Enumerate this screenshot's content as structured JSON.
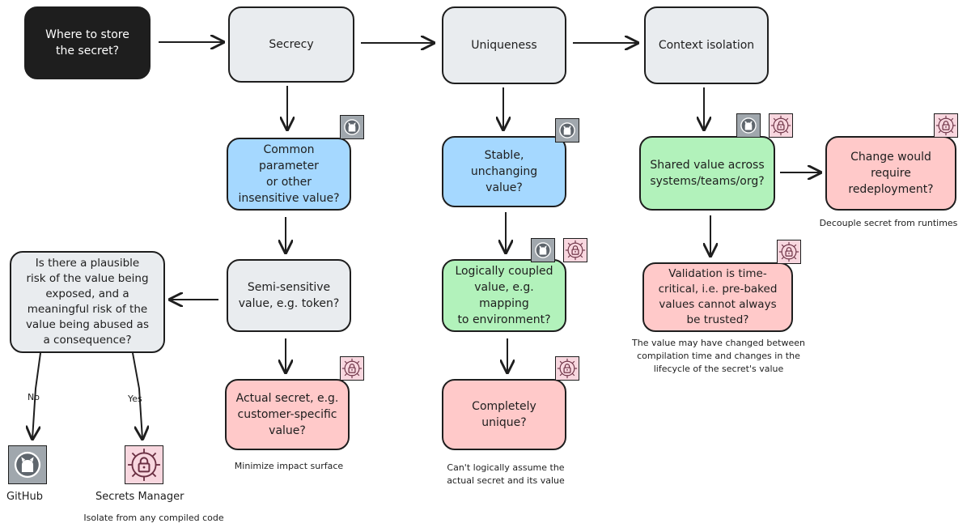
{
  "nodes": {
    "start": "Where to store\nthe secret?",
    "secrecy": "Secrecy",
    "uniqueness": "Uniqueness",
    "context": "Context isolation",
    "common": "Common parameter\nor other\ninsensitive value?",
    "semi": "Semi-sensitive\nvalue, e.g. token?",
    "actual": "Actual secret, e.g.\ncustomer-specific\nvalue?",
    "stable": "Stable, unchanging\nvalue?",
    "logical": "Logically coupled\nvalue, e.g. mapping\nto environment?",
    "unique": "Completely unique?",
    "shared": "Shared value across\nsystems/teams/org?",
    "change": "Change would\nrequire\nredeployment?",
    "validation": "Validation is time-\ncritical, i.e. pre-baked\nvalues cannot always\nbe trusted?",
    "risk": "Is there a plausible\nrisk of the value being\nexposed, and a\nmeaningful risk of the\nvalue being abused as\na consequence?"
  },
  "notes": {
    "minimize": "Minimize impact surface",
    "cant_assume": "Can't logically assume the\nactual secret and its value",
    "decouple": "Decouple secret from runtimes",
    "value_changed": "The value may have changed between\ncompilation time and changes in the\nlifecycle of the secret's value"
  },
  "edge_labels": {
    "no": "No",
    "yes": "Yes"
  },
  "legend": {
    "github": "GitHub",
    "secrets_manager": "Secrets Manager",
    "isolate": "Isolate from any compiled code"
  },
  "icons": {
    "github": "github-icon",
    "secrets_manager": "secrets-manager-icon"
  },
  "colors": {
    "gray": "#e9ecef",
    "dark": "#1e1e1e",
    "blue": "#a5d8ff",
    "green": "#b2f2bb",
    "red": "#ffc9c9",
    "github_bg": "#a0a7ad",
    "secrets_bg": "#f8d7df"
  }
}
